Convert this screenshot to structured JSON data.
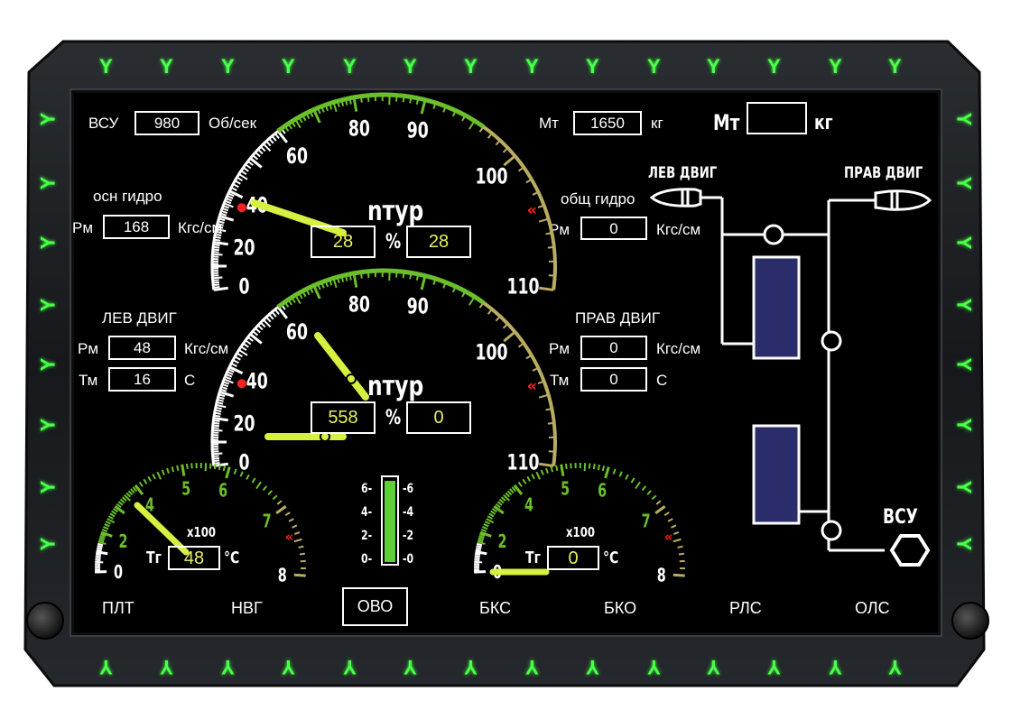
{
  "apu": {
    "label": "ВСУ",
    "value": "980",
    "unit": "Об/сек"
  },
  "fuel": {
    "label": "Мт",
    "value": "1650",
    "unit": "кг",
    "label2": "Мт",
    "value2": "",
    "unit2": "кг"
  },
  "hydro_main": {
    "label": "осн гидро",
    "pm_label": "Рм",
    "pm_value": "168",
    "pm_unit": "Кгс/см"
  },
  "hydro_common": {
    "label": "общ гидро",
    "pm_label": "Рм",
    "pm_value": "0",
    "pm_unit": "Кгс/см"
  },
  "left_engine": {
    "label": "ЛЕВ ДВИГ",
    "pm_label": "Рм",
    "pm_value": "48",
    "pm_unit": "Кгс/см",
    "tm_label": "Тм",
    "tm_value": "16",
    "tm_unit": "С"
  },
  "right_engine": {
    "label": "ПРАВ ДВИГ",
    "pm_label": "Рм",
    "pm_value": "0",
    "pm_unit": "Кгс/см",
    "tm_label": "Тм",
    "tm_value": "0",
    "tm_unit": "С"
  },
  "gauge_top": {
    "symbol": "nтур",
    "left_value": "28",
    "pct": "%",
    "right_value": "28",
    "ticks": [
      "0",
      "20",
      "40",
      "60",
      "80",
      "90",
      "100",
      "110"
    ],
    "needle_value": 40
  },
  "gauge_mid": {
    "symbol": "nтур",
    "left_value": "558",
    "pct": "%",
    "right_value": "0",
    "ticks": [
      "0",
      "20",
      "40",
      "60",
      "80",
      "90",
      "100",
      "110"
    ],
    "needle_value": 62
  },
  "temp_left": {
    "label": "Тг",
    "value": "48",
    "unit": "°С",
    "scale": "x100",
    "ticks": [
      "0",
      "2",
      "4",
      "5",
      "6",
      "7",
      "8"
    ],
    "needle_value": 4
  },
  "temp_right": {
    "label": "Тг",
    "value": "0",
    "unit": "°С",
    "scale": "x100",
    "ticks": [
      "0",
      "2",
      "4",
      "5",
      "6",
      "7",
      "8"
    ],
    "needle_value": 0
  },
  "bar_scale": {
    "left_ticks": [
      "6-",
      "4-",
      "2-",
      "0-"
    ],
    "right_ticks": [
      "-6",
      "-4",
      "-2",
      "-0"
    ]
  },
  "diagram": {
    "left_engine": "ЛЕВ ДВИГ",
    "right_engine": "ПРАВ ДВИГ",
    "apu": "ВСУ"
  },
  "menu": {
    "items": [
      "ПЛТ",
      "НВГ",
      "ОВО",
      "БКС",
      "БКО",
      "РЛС",
      "ОЛС"
    ],
    "selected": "ОВО"
  },
  "colors": {
    "screen": "#000000",
    "bezel": "#17191c",
    "softkey": "#4dff4d",
    "value_yellow": "#e8f060",
    "arc_green": "#6abf2a",
    "needle": "#d8f040",
    "warn_red": "#ff2020",
    "tank": "#2b2d6b"
  }
}
